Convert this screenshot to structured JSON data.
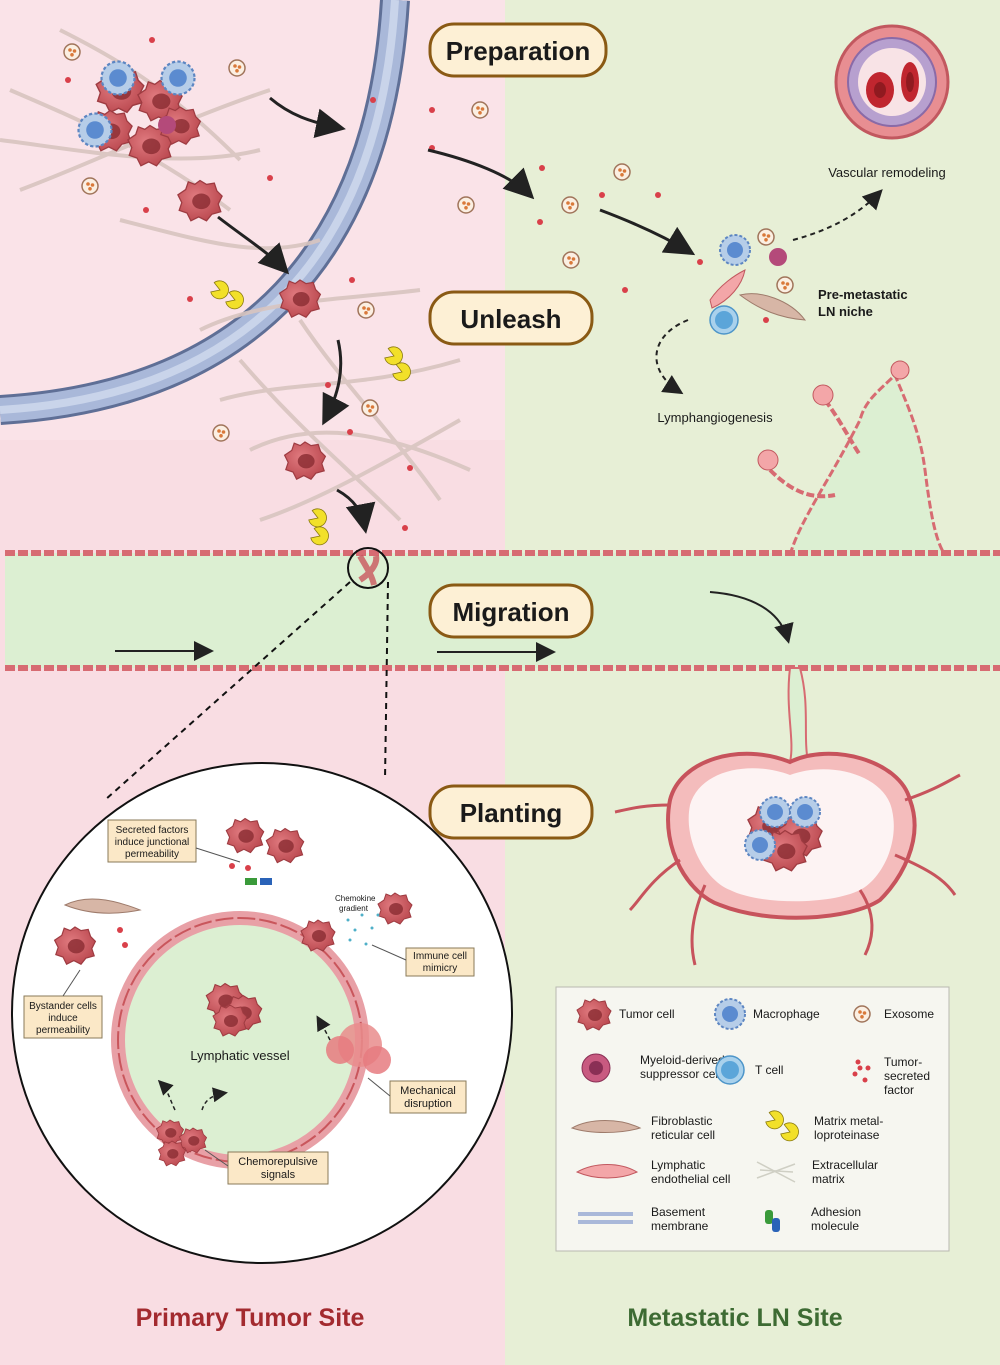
{
  "stages": {
    "preparation": "Preparation",
    "unleash": "Unleash",
    "migration": "Migration",
    "planting": "Planting"
  },
  "labels": {
    "vascular_remodeling": "Vascular remodeling",
    "niche_line1": "Pre-metastatic",
    "niche_line2": "LN niche",
    "lymphangiogenesis": "Lymphangiogenesis",
    "chemokine_line1": "Chemokine",
    "chemokine_line2": "gradient",
    "lymphatic_vessel": "Lymphatic vessel"
  },
  "callouts": {
    "secreted": [
      "Secreted factors",
      "induce junctional",
      "permeability"
    ],
    "immune": [
      "Immune cell",
      "mimicry"
    ],
    "bystander": [
      "Bystander cells",
      "induce",
      "permeability"
    ],
    "mechanical": [
      "Mechanical",
      "disruption"
    ],
    "chemorepulsive": [
      "Chemorepulsive",
      "signals"
    ]
  },
  "legend": {
    "tumor_cell": [
      "Tumor cell"
    ],
    "macrophage": [
      "Macrophage"
    ],
    "exosome": [
      "Exosome"
    ],
    "mdsc": [
      "Myeloid-derived",
      "suppressor cell"
    ],
    "t_cell": [
      "T cell"
    ],
    "tumor_factor": [
      "Tumor-",
      "secreted",
      "factor"
    ],
    "frc": [
      "Fibroblastic",
      "reticular cell"
    ],
    "mmp": [
      "Matrix metal-",
      "loproteinase"
    ],
    "lec": [
      "Lymphatic",
      "endothelial cell"
    ],
    "ecm": [
      "Extracellular",
      "matrix"
    ],
    "basement": [
      "Basement",
      "membrane"
    ],
    "adhesion": [
      "Adhesion",
      "molecule"
    ]
  },
  "sites": {
    "primary": "Primary Tumor Site",
    "metastatic": "Metastatic LN Site"
  },
  "colors": {
    "primary_bg": "#f9dde3",
    "metastatic_bg": "#e7efd6",
    "vessel_fill": "#dcefd2",
    "cell": "#c9565c",
    "primary_title": "#a32a2f",
    "metastatic_title": "#3d6b33",
    "stage_pill": "#fdf0d5",
    "stage_border": "#8a5a14"
  }
}
